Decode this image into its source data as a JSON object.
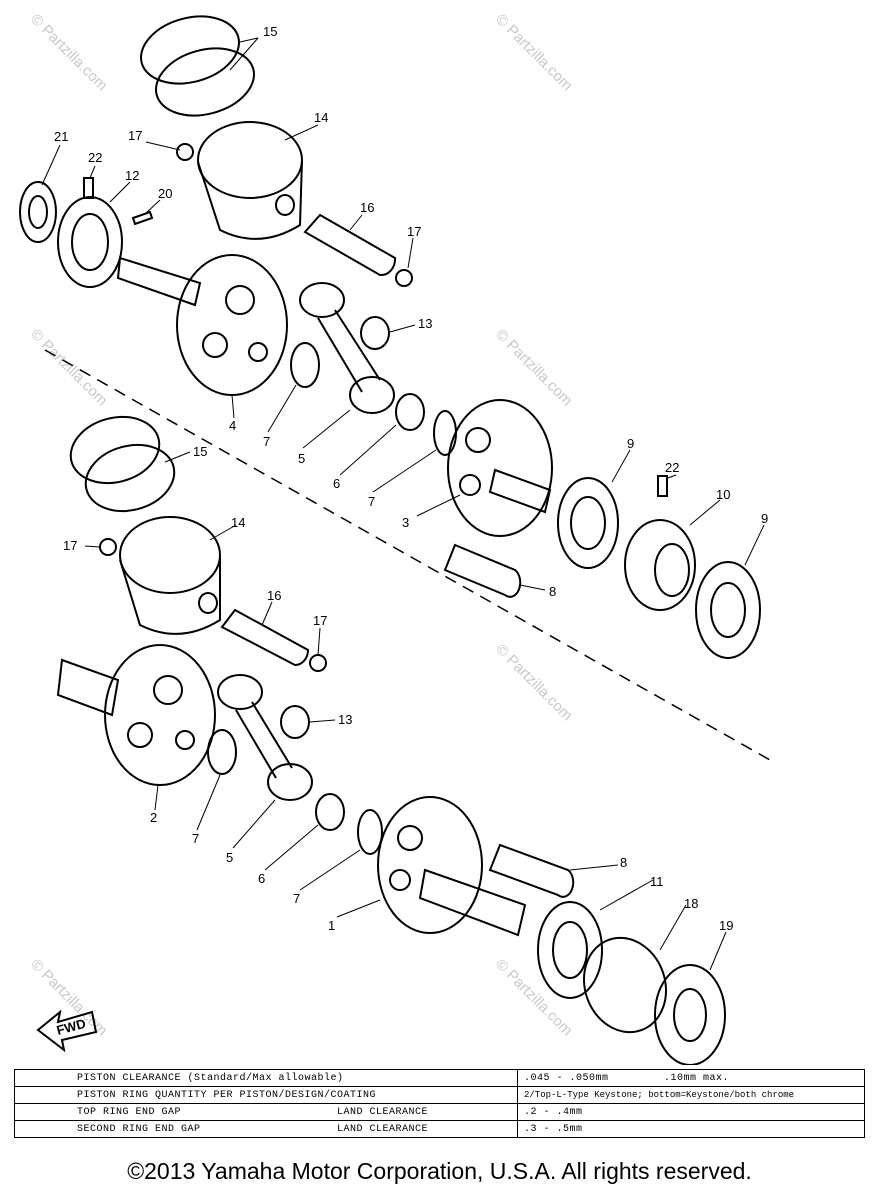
{
  "callouts": [
    "15",
    "14",
    "21",
    "17",
    "22",
    "12",
    "20",
    "16",
    "17",
    "13",
    "4",
    "7",
    "5",
    "6",
    "7",
    "3",
    "9",
    "22",
    "10",
    "9",
    "8",
    "15",
    "14",
    "17",
    "16",
    "17",
    "13",
    "2",
    "7",
    "5",
    "6",
    "7",
    "8",
    "1",
    "11",
    "18",
    "19"
  ],
  "watermark": "© Partzilla.com",
  "fwd_label": "FWD",
  "spec_table": {
    "rows": [
      {
        "label": "PISTON CLEARANCE (Standard/Max allowable)",
        "label2": "",
        "value": ".045 - .050mm",
        "value2": ".10mm max."
      },
      {
        "label": "PISTON RING QUANTITY PER PISTON/DESIGN/COATING",
        "label2": "",
        "value": "2/Top-L-Type Keystone; bottom=Keystone/both chrome",
        "value2": ""
      },
      {
        "label": "TOP RING END GAP",
        "label2": "LAND CLEARANCE",
        "value": ".2 - .4mm",
        "value2": ""
      },
      {
        "label": "SECOND RING END GAP",
        "label2": "LAND CLEARANCE",
        "value": ".3 - .5mm",
        "value2": ""
      }
    ]
  },
  "copyright": "©2013 Yamaha Motor Corporation, U.S.A. All rights reserved."
}
